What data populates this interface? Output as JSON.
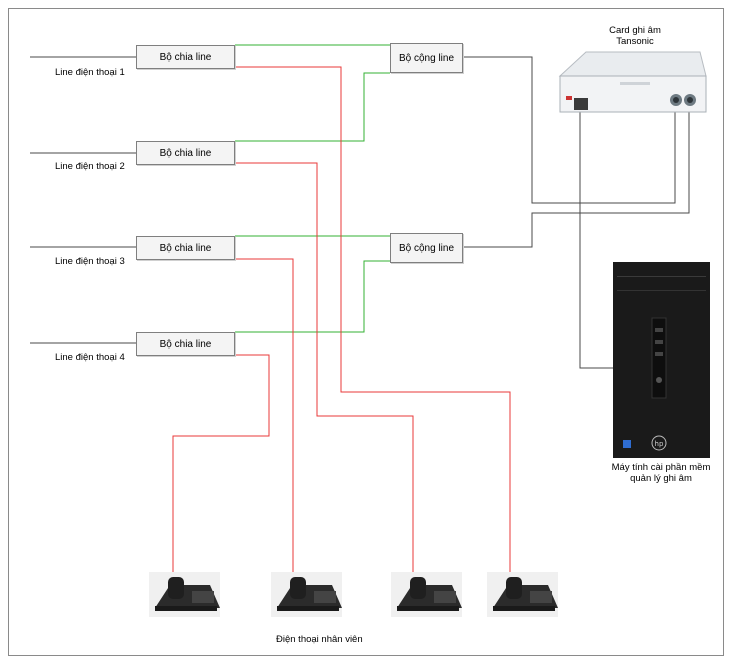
{
  "lines": [
    {
      "label": "Line điện thoại 1"
    },
    {
      "label": "Line điện thoại 2"
    },
    {
      "label": "Line điện thoại 3"
    },
    {
      "label": "Line điện thoại 4"
    }
  ],
  "splitters": [
    {
      "label": "Bộ chia line"
    },
    {
      "label": "Bộ chia line"
    },
    {
      "label": "Bộ chia line"
    },
    {
      "label": "Bộ chia line"
    }
  ],
  "combiners": [
    {
      "label": "Bộ cộng line"
    },
    {
      "label": "Bộ cộng line"
    }
  ],
  "recorder_card": {
    "line1": "Card ghi âm",
    "line2": "Tansonic"
  },
  "computer": {
    "line1": "Máy tính cài phần mềm",
    "line2": "quản lý ghi âm"
  },
  "phones": {
    "caption": "Điện thoại nhân viên"
  },
  "colors": {
    "green": "#33b233",
    "red": "#e8393a",
    "wire": "#4a4a4a"
  }
}
